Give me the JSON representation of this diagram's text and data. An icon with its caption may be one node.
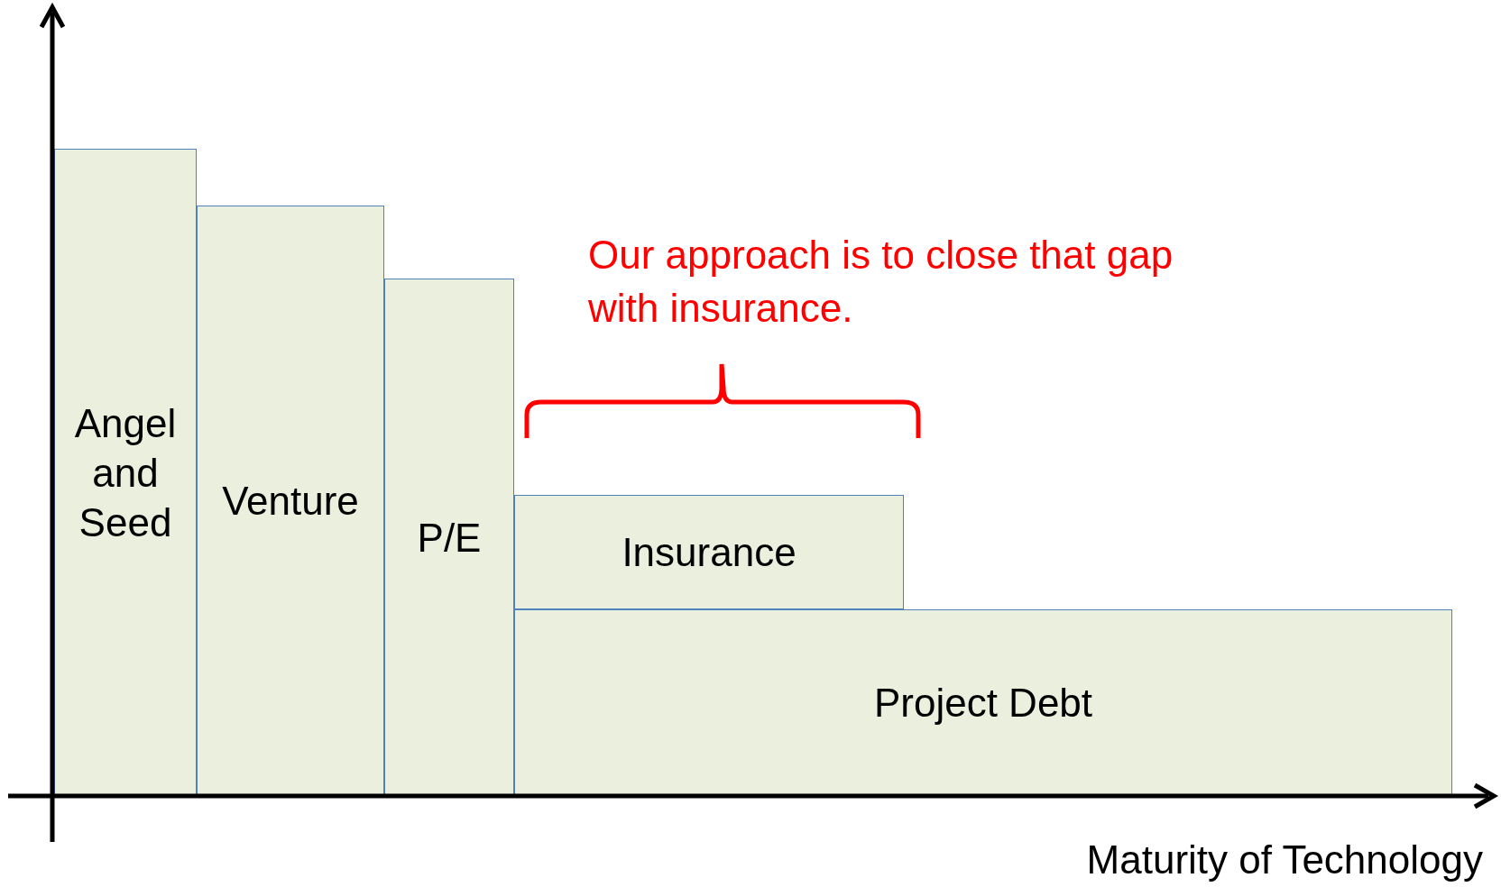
{
  "diagram": {
    "nodes": [
      {
        "text": [
          "Angel and Seed"
        ]
      },
      {
        "text": [
          "Venture"
        ]
      },
      {
        "text": [
          "P/E"
        ]
      },
      {
        "text": [
          "Insurance"
        ]
      },
      {
        "text": [
          "Project Debt"
        ]
      }
    ],
    "labels": [
      "Our approach is to close that gap with insurance.",
      "Maturity of Technology"
    ]
  }
}
